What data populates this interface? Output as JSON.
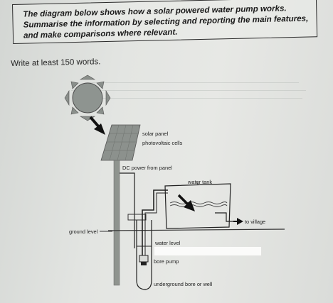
{
  "task": {
    "line1": "The diagram below shows how a solar powered water pump works.",
    "line2": "Summarise the information by selecting and reporting the main features,",
    "line3": "and make comparisons where relevant."
  },
  "instruction": "Write at least 150 words.",
  "diagram": {
    "solar_panel": "solar panel",
    "photovoltaic_cells": "photovoltaic cells",
    "dc_power": "DC power from panel",
    "water_tank": "water tank",
    "to_village": "to village",
    "ground_level": "ground level",
    "water_level": "water level",
    "bore_pump": "bore pump",
    "underground_bore": "underground bore or well"
  }
}
